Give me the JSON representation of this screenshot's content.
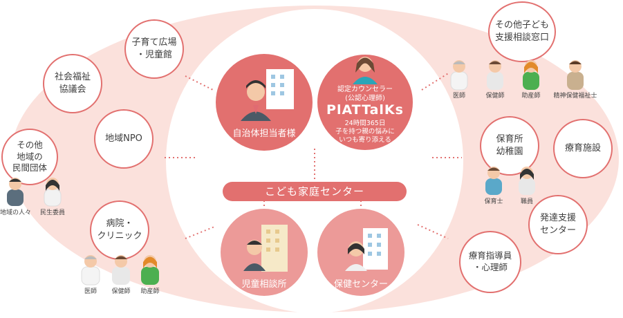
{
  "outer_bubbles": [
    {
      "text": "子育て広場\n・児童館"
    },
    {
      "text": "社会福祉\n協議会"
    },
    {
      "text": "地域NPO"
    },
    {
      "text": "その他\n地域の\n民間団体"
    },
    {
      "text": "病院・\nクリニック"
    },
    {
      "text": "その他子ども\n支援相談窓口"
    },
    {
      "text": "保育所\n幼稚園"
    },
    {
      "text": "療育施設"
    },
    {
      "text": "発達支援\nセンター"
    },
    {
      "text": "療育指導員\n・心理師"
    }
  ],
  "people_labels": {
    "top_right": [
      "医師",
      "保健師",
      "助産師",
      "精神保健福祉士"
    ],
    "left": [
      "地域の人々",
      "民生委員"
    ],
    "bottom_left": [
      "医師",
      "保健師",
      "助産師"
    ],
    "right": [
      "保育士",
      "職員"
    ]
  },
  "center": {
    "left_circle_label": "自治体担当者様",
    "right_circle_title": "認定カウンセラー\n(公認心理師)",
    "brand": "PlATTalKs",
    "right_circle_desc": "24時間365日\n子を持つ親の悩みに\nいつも寄り添える",
    "banner": "こども家庭センター",
    "bottom_left_label": "児童相談所",
    "bottom_right_label": "保健センター"
  },
  "colors": {
    "outer_ring": "#fbe1dc",
    "inner": "#ffffff",
    "circle_red": "#e2706f",
    "circle_pink": "#ec9a98",
    "accent": "#e2706f"
  }
}
